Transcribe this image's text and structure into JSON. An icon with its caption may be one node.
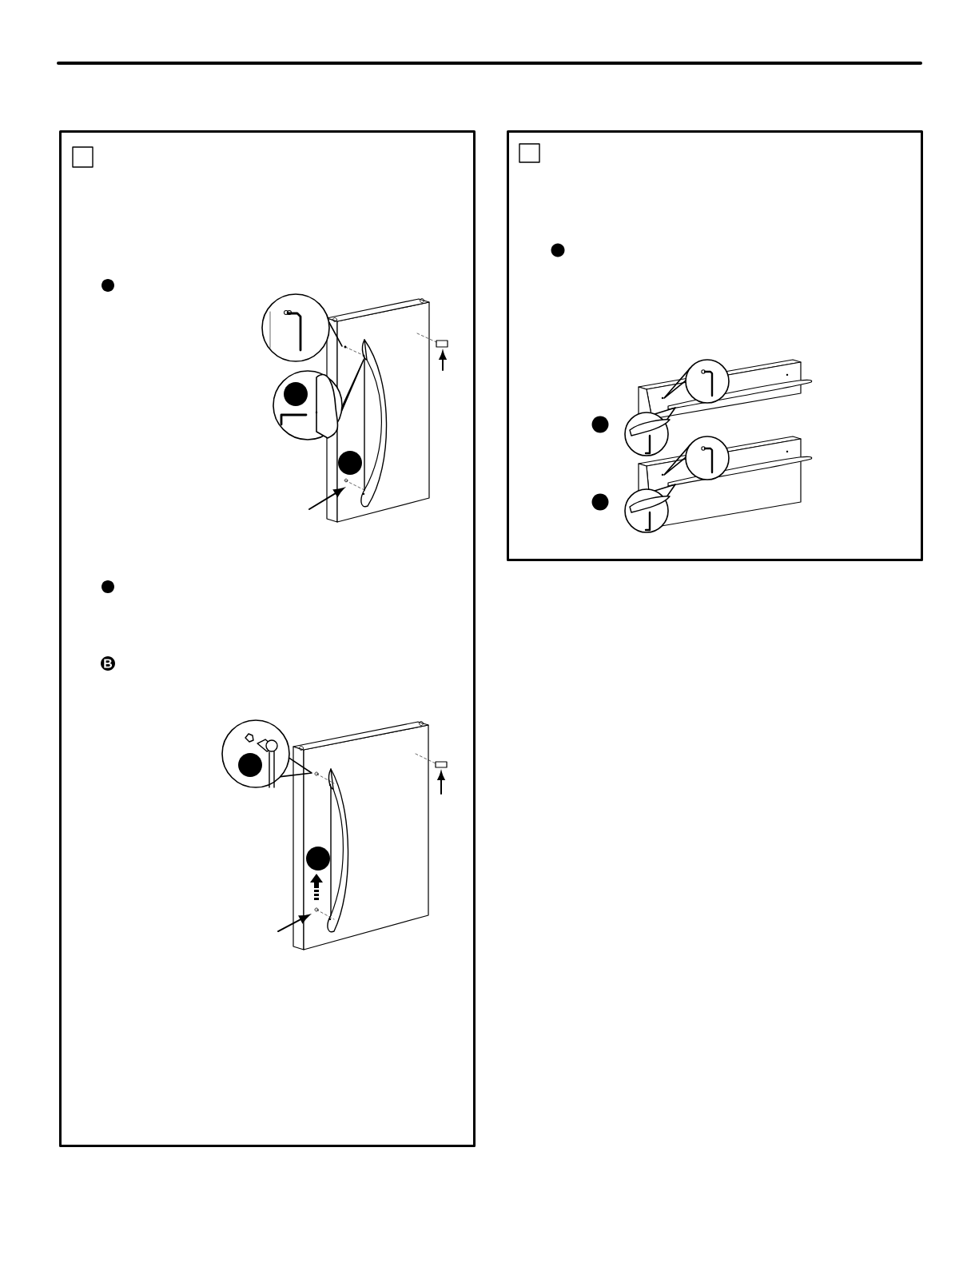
{
  "diagram": {
    "nodes": [
      {
        "text": [],
        "shape": "box"
      },
      {
        "text": [],
        "shape": "box"
      },
      {
        "text": [],
        "shape": "circle",
        "in": 0
      },
      {
        "text": [],
        "shape": "circle",
        "in": 0
      },
      {
        "text": [],
        "shape": "circle",
        "in": 0
      },
      {
        "text": [],
        "shape": "circle",
        "in": 0
      },
      {
        "text": [
          "B"
        ],
        "in": 0
      },
      {
        "text": [],
        "shape": "circle",
        "in": 0
      },
      {
        "text": [],
        "shape": "circle",
        "in": 0
      },
      {
        "text": [],
        "shape": "circle",
        "in": 1
      },
      {
        "text": [],
        "shape": "circle",
        "in": 1
      },
      {
        "text": [],
        "shape": "circle",
        "in": 1
      }
    ]
  }
}
